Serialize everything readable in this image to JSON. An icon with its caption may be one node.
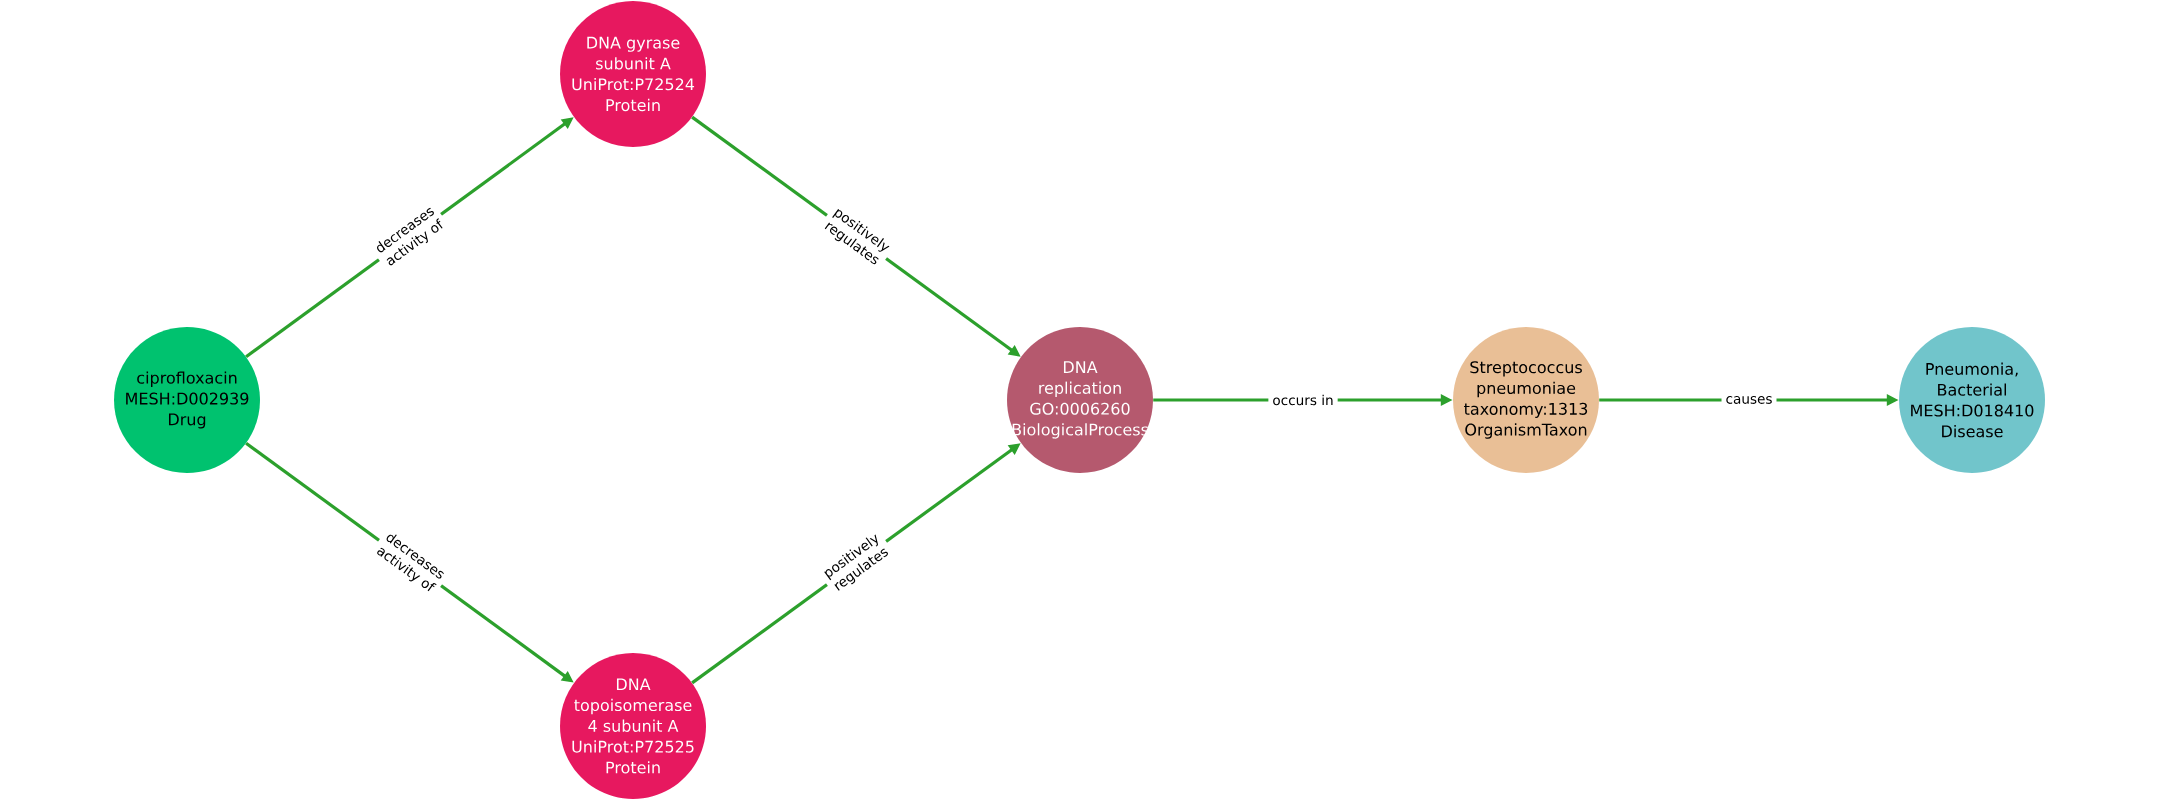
{
  "diagram": {
    "nodes": [
      {
        "text": [
          "ciprofloxacin",
          "MESH:D002939",
          "Drug"
        ]
      },
      {
        "text": [
          "DNA gyrase subunit A",
          "UniProt:P72524",
          "Protein"
        ]
      },
      {
        "text": [
          "DNA topoisomerase 4 subunit A",
          "UniProt:P72525",
          "Protein"
        ]
      },
      {
        "text": [
          "DNA replication",
          "GO:0006260",
          "BiologicalProcess"
        ]
      },
      {
        "text": [
          "Streptococcus pneumoniae",
          "taxonomy:1313",
          "OrganismTaxon"
        ]
      },
      {
        "text": [
          "Pneumonia, Bacterial",
          "MESH:D018410",
          "Disease"
        ]
      }
    ],
    "edges": [
      {
        "from": 0,
        "to": 1,
        "arrow": "to",
        "label": "decreases activity of"
      },
      {
        "from": 0,
        "to": 2,
        "arrow": "to",
        "label": "decreases activity of"
      },
      {
        "from": 1,
        "to": 3,
        "arrow": "to",
        "label": "positively regulates"
      },
      {
        "from": 2,
        "to": 3,
        "arrow": "to",
        "label": "positively regulates"
      },
      {
        "from": 3,
        "to": 4,
        "arrow": "to",
        "label": "occurs in"
      },
      {
        "from": 4,
        "to": 5,
        "arrow": "to",
        "label": "causes"
      }
    ]
  }
}
